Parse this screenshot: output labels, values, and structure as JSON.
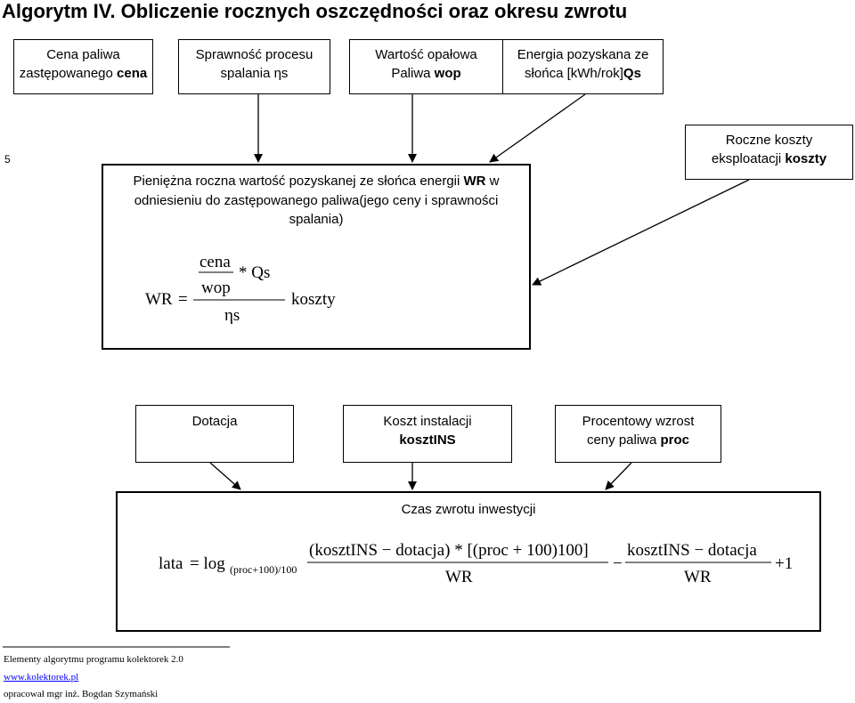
{
  "title": "Algorytm IV. Obliczenie rocznych oszczędności oraz okresu zwrotu",
  "inputs": [
    {
      "line1": "Cena paliwa",
      "line2_plain": "zastępowanego ",
      "line2_bold": "cena"
    },
    {
      "line1": "Sprawność procesu",
      "line2_plain": "spalania ",
      "line2_bold": "ηs"
    },
    {
      "line1": "Wartość opałowa",
      "line2_plain": "Paliwa ",
      "line2_bold": "wop"
    },
    {
      "line1": "Energia pozyskana ze",
      "line2_plain": "słońca [kWh/rok]",
      "line2_bold": "Qs"
    }
  ],
  "page_number": "5",
  "main_box": {
    "line1_a": "Pieniężna roczna wartość pozyskanej ze słońca energii ",
    "line1_b": "WR",
    "line1_c": " w",
    "line2": "odniesieniu do zastępowanego paliwa(jego ceny i sprawności",
    "line3": "spalania)"
  },
  "formula_wr": {
    "lhs": "WR",
    "eq": "=",
    "cena": "cena",
    "wop": "wop",
    "times_qs": "* Qs",
    "eta_s": "ηs",
    "minus_koszty": "koszty"
  },
  "costs_box": {
    "line1": "Roczne koszty",
    "line2_plain": "eksploatacji ",
    "line2_bold": "koszty"
  },
  "mid_boxes": [
    {
      "line1": "Dotacja",
      "line2_plain": "",
      "line2_bold": ""
    },
    {
      "line1": "Koszt instalacji",
      "line2_plain": "",
      "line2_bold": "kosztINS"
    },
    {
      "line1": "Procentowy wzrost",
      "line2_plain": "ceny paliwa ",
      "line2_bold": "proc"
    }
  ],
  "payback_box": {
    "title": "Czas zwrotu inwestycji"
  },
  "formula_lata": {
    "lhs": "lata",
    "eq": "= log",
    "base": "(proc+100)/100",
    "num1": "(kosztINS − dotacja) * [(proc + 100)100]",
    "den1": "WR",
    "minus": "−",
    "num2": "kosztINS − dotacja",
    "den2": "WR",
    "plus_one": "+1"
  },
  "footer": {
    "line1": "Elementy algorytmu programu kolektorek 2.0",
    "link": "www.kolektorek.pl",
    "line3": "opracował mgr inż. Bogdan Szymański"
  }
}
